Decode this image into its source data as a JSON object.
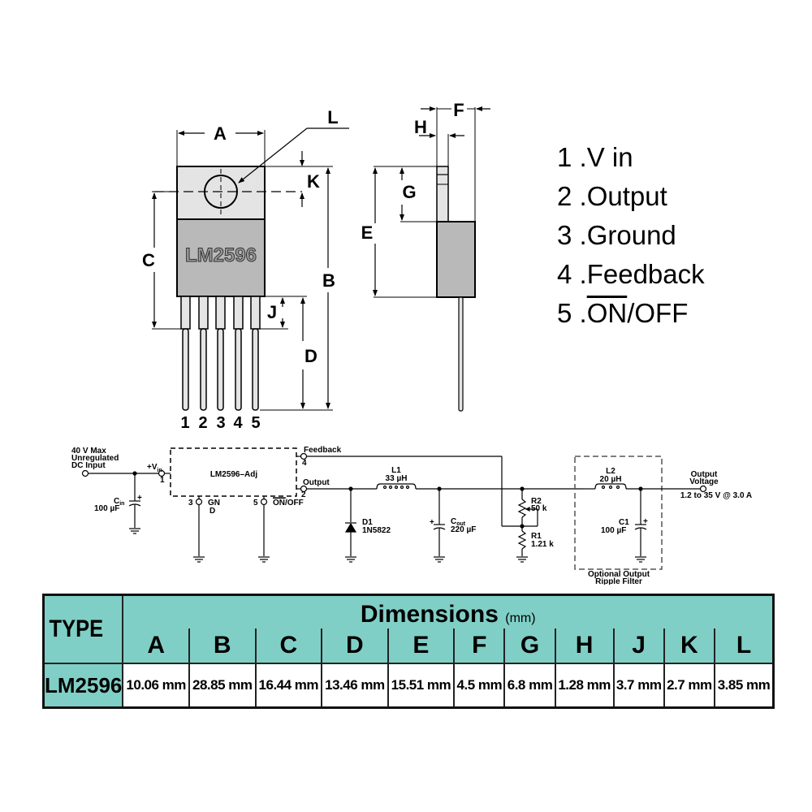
{
  "package_drawing": {
    "chip_marking": "LM2596",
    "dimension_labels": [
      "A",
      "B",
      "C",
      "D",
      "E",
      "F",
      "G",
      "H",
      "J",
      "K",
      "L"
    ],
    "pin_numbers": [
      "1",
      "2",
      "3",
      "4",
      "5"
    ]
  },
  "pin_list": [
    {
      "num": "1",
      "name": "V in",
      "overline": ""
    },
    {
      "num": "2",
      "name": "Output",
      "overline": ""
    },
    {
      "num": "3",
      "name": "Ground",
      "overline": ""
    },
    {
      "num": "4",
      "name": "Feedback",
      "overline": ""
    },
    {
      "num": "5",
      "name": "/OFF",
      "overline": "ON"
    }
  ],
  "schematic": {
    "input_label_1": "40 V Max",
    "input_label_2": "Unregulated",
    "input_label_3": "DC Input",
    "vin_label": "+V",
    "vin_sub": "in",
    "pin1": "1",
    "ic_name": "LM2596–Adj",
    "cin_label": "C",
    "cin_sub": "in",
    "cin_value": "100 µF",
    "pin3_label": "3",
    "gnd_label_1": "GN",
    "gnd_label_2": "D",
    "pin5_label": "5",
    "onoff_on": "ON",
    "onoff_rest": "/OFF",
    "feedback_label": "Feedback",
    "pin4": "4",
    "output_label": "Output",
    "pin2": "2",
    "l1_name": "L1",
    "l1_value": "33 µH",
    "d1_name": "D1",
    "d1_value": "1N5822",
    "cout_label": "C",
    "cout_sub": "out",
    "cout_value": "220 µF",
    "r2_name": "R2",
    "r2_value": "50 k",
    "r1_name": "R1",
    "r1_value": "1.21 k",
    "l2_name": "L2",
    "l2_value": "20 µH",
    "c1_name": "C1",
    "c1_value": "100 µF",
    "filter_label_1": "Optional Output",
    "filter_label_2": "Ripple Filter",
    "out_voltage_1": "Output",
    "out_voltage_2": "Voltage",
    "out_range": "1.2 to 35 V @ 3.0 A",
    "plus": "+"
  },
  "table": {
    "type_header": "TYPE",
    "dimensions_title": "Dimensions",
    "dimensions_unit": "(mm)",
    "columns": [
      "A",
      "B",
      "C",
      "D",
      "E",
      "F",
      "G",
      "H",
      "J",
      "K",
      "L"
    ],
    "rows": [
      {
        "type": "LM2596",
        "values": [
          "10.06 mm",
          "28.85 mm",
          "16.44 mm",
          "13.46 mm",
          "15.51 mm",
          "4.5 mm",
          "6.8 mm",
          "1.28 mm",
          "3.7 mm",
          "2.7 mm",
          "3.85 mm"
        ]
      }
    ]
  },
  "colors": {
    "header_teal": "#80cfc6",
    "tab_light_gray": "#e4e4e4",
    "body_gray": "#b9b9b9"
  }
}
